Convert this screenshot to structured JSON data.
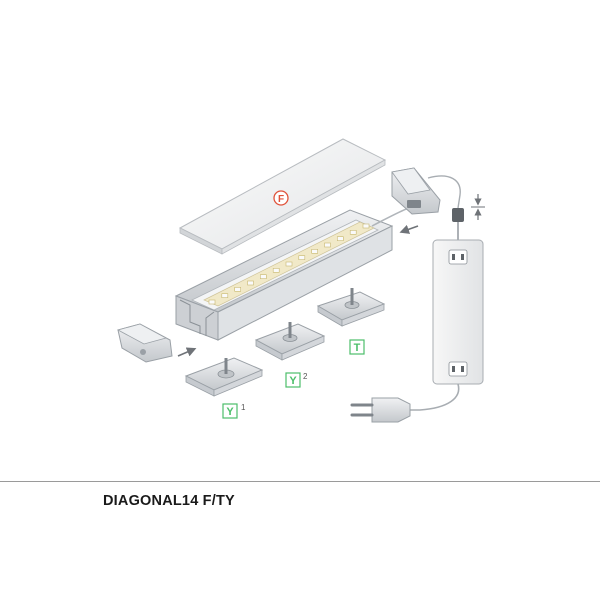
{
  "product": {
    "title": "DIAGONAL14 F/TY"
  },
  "labels": {
    "diffuser": "F",
    "clip_1": "Y",
    "clip_1_sup": "1",
    "clip_2": "Y",
    "clip_2_sup": "2",
    "clip_3": "T"
  },
  "colors": {
    "diffuser_badge": "#e0523a",
    "clip_badge": "#4cbf6a",
    "metal_light": "#e6e8ea",
    "metal_mid": "#c9ccd0",
    "metal_dark": "#9aa0a6",
    "arrow": "#6f7378"
  }
}
